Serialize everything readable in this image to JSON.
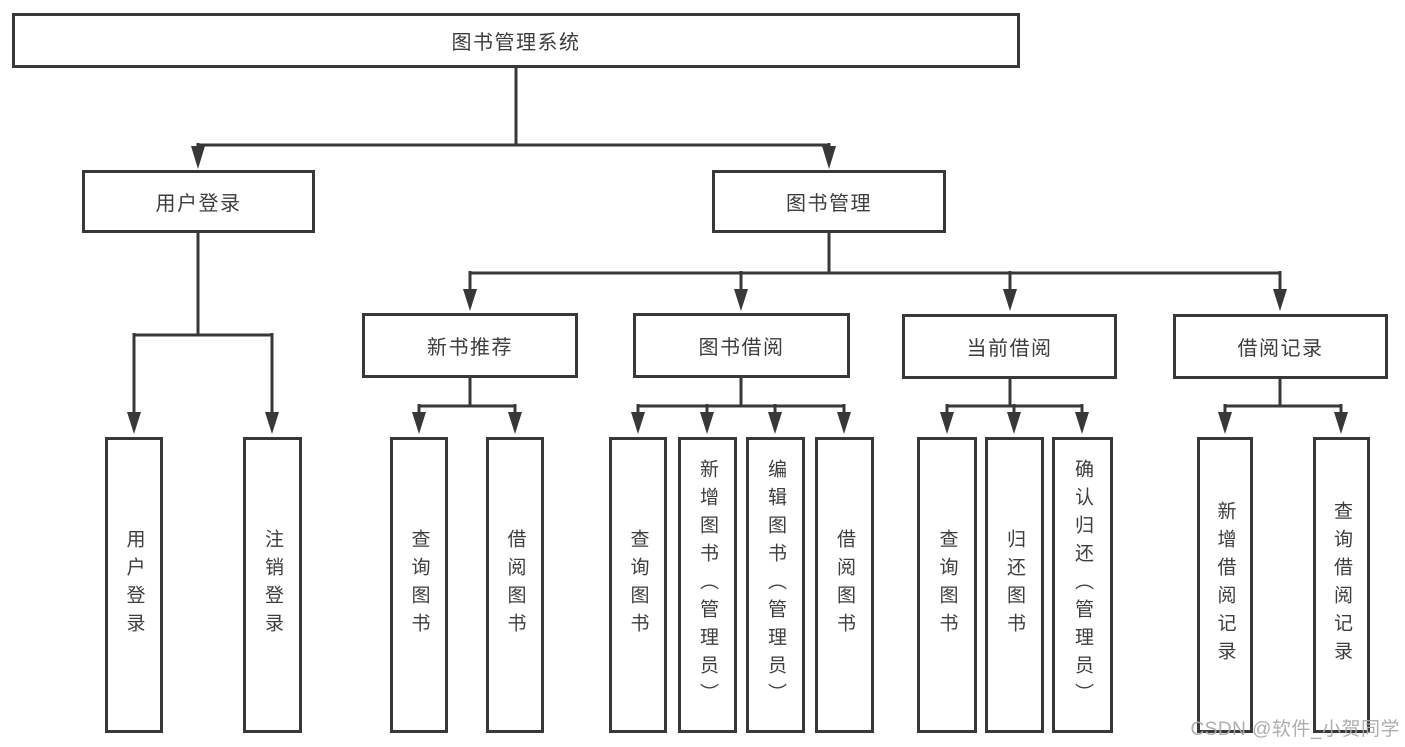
{
  "diagram": {
    "root": {
      "label": "图书管理系统"
    },
    "level2": [
      {
        "label": "用户登录"
      },
      {
        "label": "图书管理"
      }
    ],
    "level3": [
      {
        "label": "新书推荐"
      },
      {
        "label": "图书借阅"
      },
      {
        "label": "当前借阅"
      },
      {
        "label": "借阅记录"
      }
    ],
    "leaves": [
      {
        "parent": "用户登录",
        "label": "用户登录"
      },
      {
        "parent": "用户登录",
        "label": "注销登录"
      },
      {
        "parent": "新书推荐",
        "label": "查询图书"
      },
      {
        "parent": "新书推荐",
        "label": "借阅图书"
      },
      {
        "parent": "图书借阅",
        "label": "查询图书"
      },
      {
        "parent": "图书借阅",
        "label": "新增图书（管理员）"
      },
      {
        "parent": "图书借阅",
        "label": "编辑图书（管理员）"
      },
      {
        "parent": "图书借阅",
        "label": "借阅图书"
      },
      {
        "parent": "当前借阅",
        "label": "查询图书"
      },
      {
        "parent": "当前借阅",
        "label": "归还图书"
      },
      {
        "parent": "当前借阅",
        "label": "确认归还（管理员）"
      },
      {
        "parent": "借阅记录",
        "label": "新增借阅记录"
      },
      {
        "parent": "借阅记录",
        "label": "查询借阅记录"
      }
    ],
    "watermark": "CSDN @软件_小贺同学",
    "colors": {
      "line": "#383838",
      "text": "#3d3d3d",
      "watermark": "#aaaaaa",
      "background": "#ffffff"
    }
  }
}
